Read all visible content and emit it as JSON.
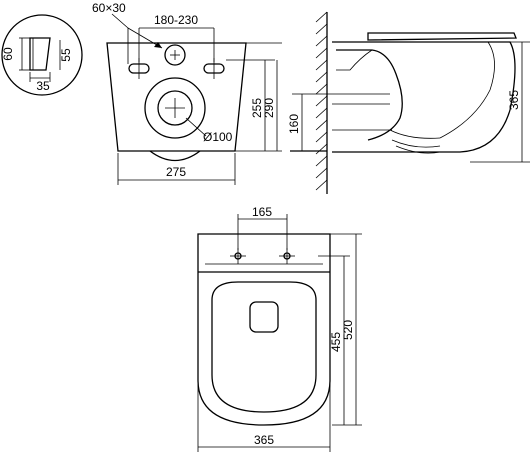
{
  "front_view": {
    "hole_size": "60×30",
    "bolt_spacing": "180-230",
    "inlet_diameter": "Ø100",
    "width": "275",
    "height_inlet": "255",
    "height_total": "290"
  },
  "detail_view": {
    "height_outer": "60",
    "height_inner": "55",
    "depth": "35"
  },
  "side_view": {
    "outlet_height": "160",
    "depth": "365"
  },
  "top_view": {
    "bolt_spacing": "165",
    "bowl_length": "455",
    "total_length": "520",
    "width": "365"
  }
}
